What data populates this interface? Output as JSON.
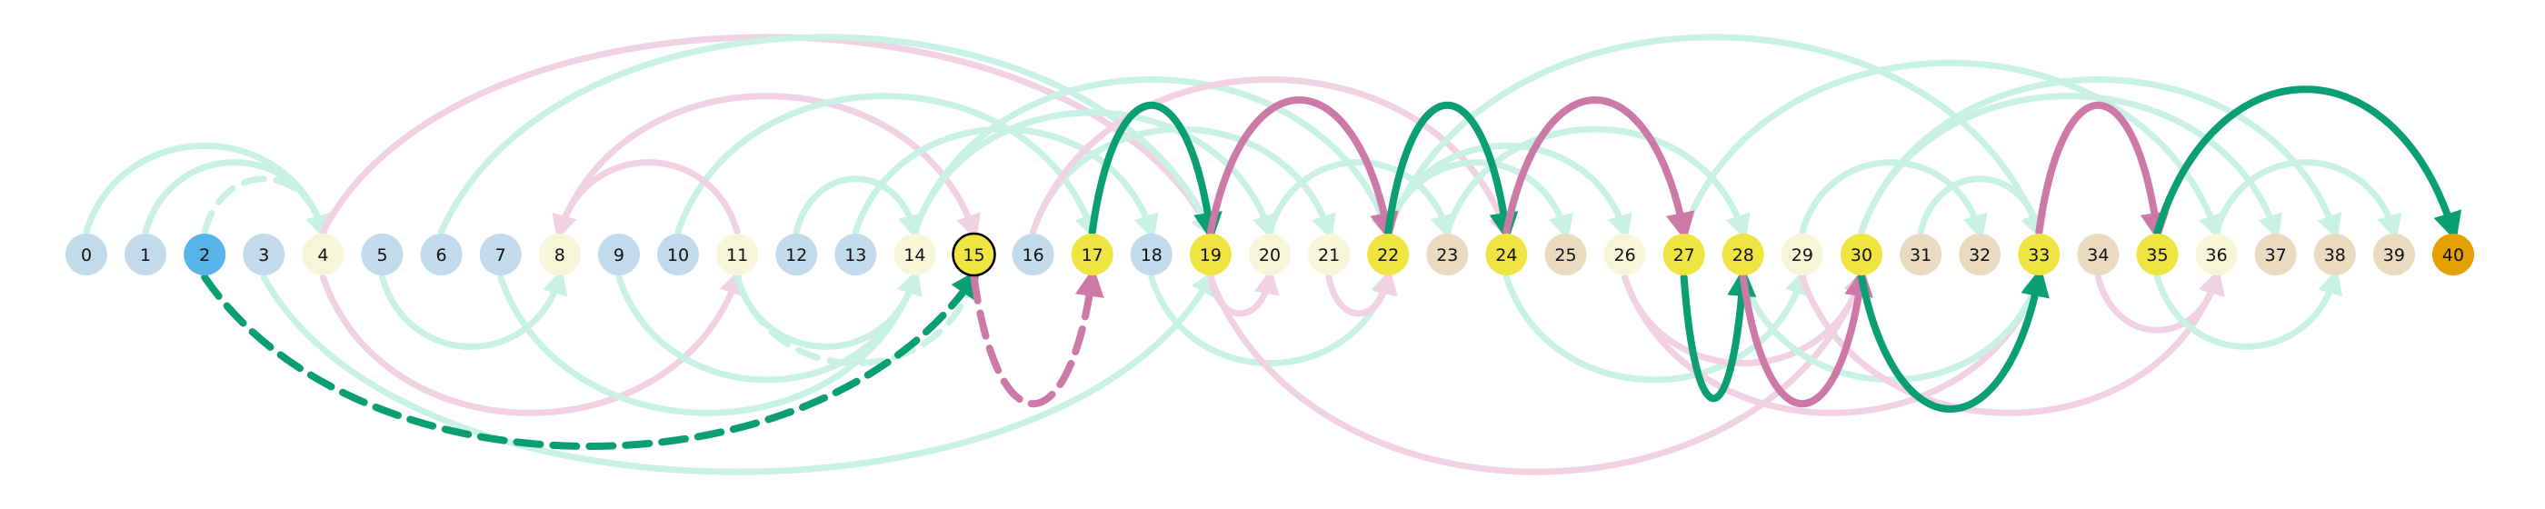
{
  "colors": {
    "edge_green": "#0a9e73",
    "edge_pink": "#cc79a7",
    "edge_green_faint": "#c9f2e4",
    "edge_pink_faint": "#f0d2e2"
  },
  "nodes": [
    {
      "id": 0,
      "label": "0",
      "color": "#c2dbec"
    },
    {
      "id": 1,
      "label": "1",
      "color": "#c2dbec"
    },
    {
      "id": 2,
      "label": "2",
      "color": "#56b4e9"
    },
    {
      "id": 3,
      "label": "3",
      "color": "#c2dbec"
    },
    {
      "id": 4,
      "label": "4",
      "color": "#f8f6d8"
    },
    {
      "id": 5,
      "label": "5",
      "color": "#c2dbec"
    },
    {
      "id": 6,
      "label": "6",
      "color": "#c2dbec"
    },
    {
      "id": 7,
      "label": "7",
      "color": "#c2dbec"
    },
    {
      "id": 8,
      "label": "8",
      "color": "#f8f6d8"
    },
    {
      "id": 9,
      "label": "9",
      "color": "#c2dbec"
    },
    {
      "id": 10,
      "label": "10",
      "color": "#c2dbec"
    },
    {
      "id": 11,
      "label": "11",
      "color": "#f8f6d8"
    },
    {
      "id": 12,
      "label": "12",
      "color": "#c2dbec"
    },
    {
      "id": 13,
      "label": "13",
      "color": "#c2dbec"
    },
    {
      "id": 14,
      "label": "14",
      "color": "#f8f6d8"
    },
    {
      "id": 15,
      "label": "15",
      "color": "#f0e442",
      "outlined": true
    },
    {
      "id": 16,
      "label": "16",
      "color": "#c2dbec"
    },
    {
      "id": 17,
      "label": "17",
      "color": "#f0e442"
    },
    {
      "id": 18,
      "label": "18",
      "color": "#c2dbec"
    },
    {
      "id": 19,
      "label": "19",
      "color": "#f0e442"
    },
    {
      "id": 20,
      "label": "20",
      "color": "#f8f6d8"
    },
    {
      "id": 21,
      "label": "21",
      "color": "#f8f6d8"
    },
    {
      "id": 22,
      "label": "22",
      "color": "#f0e442"
    },
    {
      "id": 23,
      "label": "23",
      "color": "#eadbc0"
    },
    {
      "id": 24,
      "label": "24",
      "color": "#f0e442"
    },
    {
      "id": 25,
      "label": "25",
      "color": "#eadbc0"
    },
    {
      "id": 26,
      "label": "26",
      "color": "#f8f6d8"
    },
    {
      "id": 27,
      "label": "27",
      "color": "#f0e442"
    },
    {
      "id": 28,
      "label": "28",
      "color": "#f0e442"
    },
    {
      "id": 29,
      "label": "29",
      "color": "#f8f6d8"
    },
    {
      "id": 30,
      "label": "30",
      "color": "#f0e442"
    },
    {
      "id": 31,
      "label": "31",
      "color": "#eadbc0"
    },
    {
      "id": 32,
      "label": "32",
      "color": "#eadbc0"
    },
    {
      "id": 33,
      "label": "33",
      "color": "#f0e442"
    },
    {
      "id": 34,
      "label": "34",
      "color": "#eadbc0"
    },
    {
      "id": 35,
      "label": "35",
      "color": "#f0e442"
    },
    {
      "id": 36,
      "label": "36",
      "color": "#f8f6d8"
    },
    {
      "id": 37,
      "label": "37",
      "color": "#eadbc0"
    },
    {
      "id": 38,
      "label": "38",
      "color": "#eadbc0"
    },
    {
      "id": 39,
      "label": "39",
      "color": "#eadbc0"
    },
    {
      "id": 40,
      "label": "40",
      "color": "#e69f00"
    }
  ],
  "edges": [
    {
      "from": 0,
      "to": 4,
      "color": "green",
      "style": "faint"
    },
    {
      "from": 1,
      "to": 4,
      "color": "green",
      "style": "faint"
    },
    {
      "from": 2,
      "to": 4,
      "color": "green",
      "style": "faint-dashed"
    },
    {
      "from": 3,
      "to": 19,
      "color": "green",
      "style": "faint"
    },
    {
      "from": 4,
      "to": 11,
      "color": "pink",
      "style": "faint"
    },
    {
      "from": 4,
      "to": 19,
      "color": "pink",
      "style": "faint"
    },
    {
      "from": 5,
      "to": 8,
      "color": "green",
      "style": "faint"
    },
    {
      "from": 6,
      "to": 19,
      "color": "green",
      "style": "faint"
    },
    {
      "from": 7,
      "to": 14,
      "color": "green",
      "style": "faint"
    },
    {
      "from": 8,
      "to": 15,
      "color": "pink",
      "style": "faint"
    },
    {
      "from": 9,
      "to": 14,
      "color": "green",
      "style": "faint"
    },
    {
      "from": 10,
      "to": 17,
      "color": "green",
      "style": "faint"
    },
    {
      "from": 11,
      "to": 14,
      "color": "green",
      "style": "faint"
    },
    {
      "from": 11,
      "to": 8,
      "color": "pink",
      "style": "faint"
    },
    {
      "from": 12,
      "to": 14,
      "color": "green",
      "style": "faint"
    },
    {
      "from": 13,
      "to": 18,
      "color": "green",
      "style": "faint"
    },
    {
      "from": 14,
      "to": 20,
      "color": "green",
      "style": "faint"
    },
    {
      "from": 11,
      "to": 15,
      "color": "green",
      "style": "faint-dashed"
    },
    {
      "from": 14,
      "to": 22,
      "color": "green",
      "style": "faint"
    },
    {
      "from": 16,
      "to": 21,
      "color": "green",
      "style": "faint"
    },
    {
      "from": 16,
      "to": 24,
      "color": "pink",
      "style": "faint"
    },
    {
      "from": 18,
      "to": 22,
      "color": "green",
      "style": "faint"
    },
    {
      "from": 19,
      "to": 20,
      "color": "pink",
      "style": "faint"
    },
    {
      "from": 20,
      "to": 23,
      "color": "green",
      "style": "faint"
    },
    {
      "from": 21,
      "to": 22,
      "color": "pink",
      "style": "faint"
    },
    {
      "from": 22,
      "to": 25,
      "color": "green",
      "style": "faint"
    },
    {
      "from": 22,
      "to": 26,
      "color": "green",
      "style": "faint"
    },
    {
      "from": 22,
      "to": 33,
      "color": "green",
      "style": "faint"
    },
    {
      "from": 19,
      "to": 30,
      "color": "pink",
      "style": "faint"
    },
    {
      "from": 23,
      "to": 28,
      "color": "green",
      "style": "faint"
    },
    {
      "from": 24,
      "to": 29,
      "color": "green",
      "style": "faint"
    },
    {
      "from": 26,
      "to": 30,
      "color": "pink",
      "style": "faint"
    },
    {
      "from": 26,
      "to": 33,
      "color": "pink",
      "style": "faint"
    },
    {
      "from": 27,
      "to": 36,
      "color": "green",
      "style": "faint"
    },
    {
      "from": 28,
      "to": 33,
      "color": "green",
      "style": "faint"
    },
    {
      "from": 29,
      "to": 32,
      "color": "green",
      "style": "faint"
    },
    {
      "from": 29,
      "to": 36,
      "color": "pink",
      "style": "faint"
    },
    {
      "from": 30,
      "to": 37,
      "color": "green",
      "style": "faint"
    },
    {
      "from": 31,
      "to": 33,
      "color": "green",
      "style": "faint"
    },
    {
      "from": 34,
      "to": 36,
      "color": "pink",
      "style": "faint"
    },
    {
      "from": 35,
      "to": 38,
      "color": "green",
      "style": "faint"
    },
    {
      "from": 36,
      "to": 39,
      "color": "green",
      "style": "faint"
    },
    {
      "from": 30,
      "to": 38,
      "color": "green",
      "style": "faint"
    },
    {
      "from": 2,
      "to": 15,
      "color": "green",
      "style": "bold-dashed"
    },
    {
      "from": 15,
      "to": 17,
      "color": "pink",
      "style": "bold-dashed"
    },
    {
      "from": 17,
      "to": 19,
      "color": "green",
      "style": "bold"
    },
    {
      "from": 19,
      "to": 22,
      "color": "pink",
      "style": "bold"
    },
    {
      "from": 22,
      "to": 24,
      "color": "green",
      "style": "bold"
    },
    {
      "from": 24,
      "to": 27,
      "color": "pink",
      "style": "bold"
    },
    {
      "from": 27,
      "to": 28,
      "color": "green",
      "style": "bold"
    },
    {
      "from": 28,
      "to": 30,
      "color": "pink",
      "style": "bold"
    },
    {
      "from": 30,
      "to": 33,
      "color": "green",
      "style": "bold"
    },
    {
      "from": 33,
      "to": 35,
      "color": "pink",
      "style": "bold"
    },
    {
      "from": 35,
      "to": 40,
      "color": "green",
      "style": "bold"
    }
  ]
}
